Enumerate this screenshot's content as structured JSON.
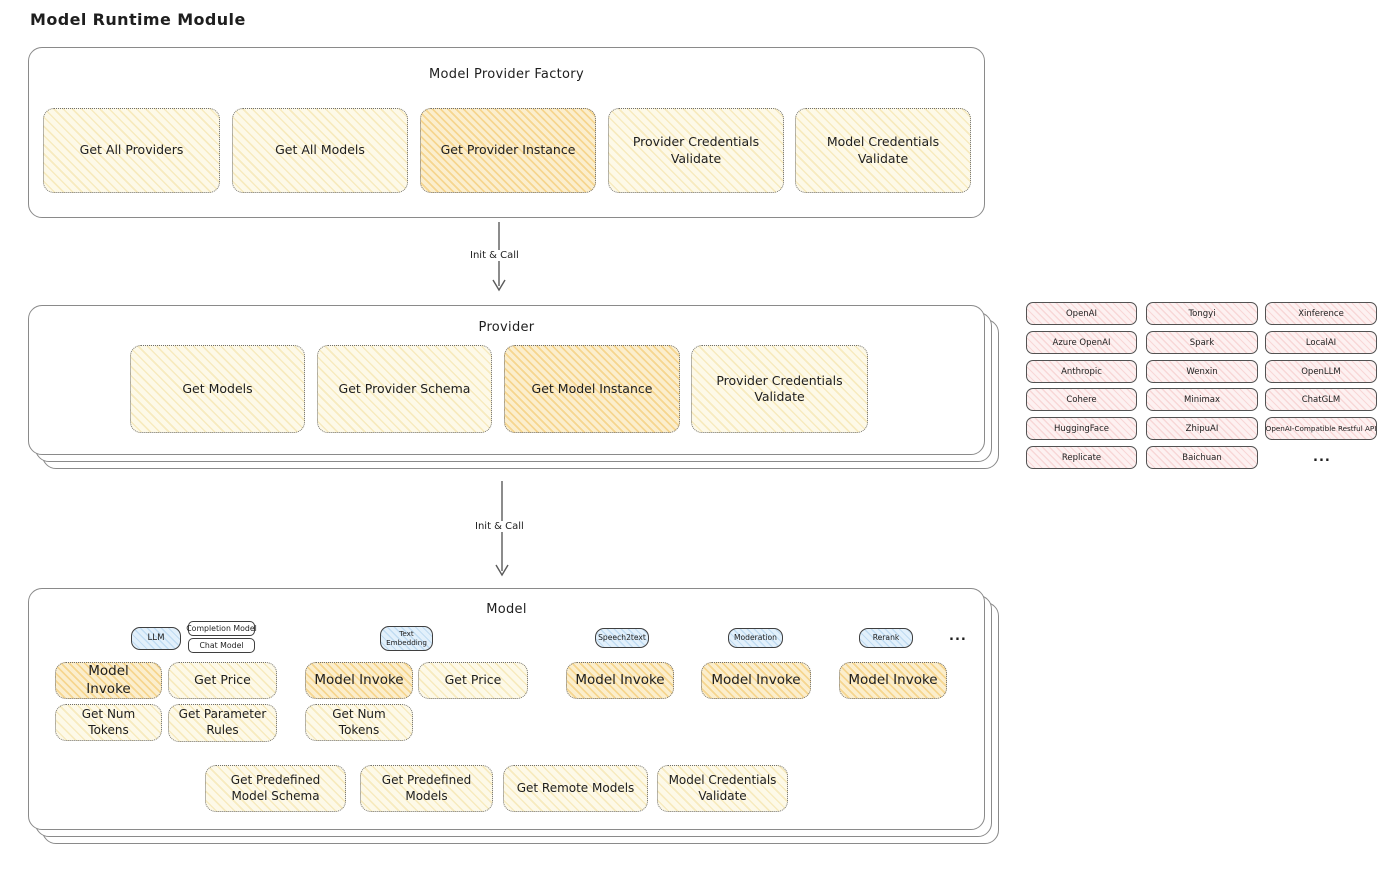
{
  "diagram_title": "Model Runtime Module",
  "colors": {
    "yellow_fill": "#fdf9e8",
    "orange_fill": "#fbeecd",
    "pink_fill": "#fdf1f1",
    "blue_fill": "#e2f0fb",
    "panel_border": "#8a8a8a",
    "text": "#1e1e1e"
  },
  "factory": {
    "title": "Model Provider Factory",
    "items": [
      {
        "label": "Get All Providers"
      },
      {
        "label": "Get All Models"
      },
      {
        "label": "Get Provider Instance"
      },
      {
        "label": "Provider Credentials Validate"
      },
      {
        "label": "Model Credentials Validate"
      }
    ]
  },
  "flow": {
    "arrow1_label": "Init & Call",
    "arrow2_label": "Init & Call"
  },
  "provider": {
    "title": "Provider",
    "items": [
      {
        "label": "Get Models"
      },
      {
        "label": "Get Provider Schema"
      },
      {
        "label": "Get Model Instance"
      },
      {
        "label": "Provider Credentials Validate"
      }
    ]
  },
  "vendors": {
    "col1": [
      "OpenAI",
      "Azure OpenAI",
      "Anthropic",
      "Cohere",
      "HuggingFace",
      "Replicate"
    ],
    "col2": [
      "Tongyi",
      "Spark",
      "Wenxin",
      "Minimax",
      "ZhipuAI",
      "Baichuan"
    ],
    "col3": [
      "Xinference",
      "LocalAI",
      "OpenLLM",
      "ChatGLM",
      "OpenAI-Compatible Restful API"
    ],
    "more": "..."
  },
  "model": {
    "title": "Model",
    "tags": {
      "llm": "LLM",
      "completion_model": "Completion Model",
      "chat_model": "Chat Model",
      "text_embedding": "Text Embedding",
      "speech2text": "Speech2text",
      "moderation": "Moderation",
      "rerank": "Rerank",
      "more": "..."
    },
    "functions": {
      "model_invoke": "Model Invoke",
      "get_price": "Get Price",
      "get_num_tokens": "Get Num Tokens",
      "get_parameter_rules": "Get Parameter Rules"
    },
    "bottom": [
      {
        "label": "Get Predefined Model Schema"
      },
      {
        "label": "Get Predefined Models"
      },
      {
        "label": "Get Remote Models"
      },
      {
        "label": "Model Credentials Validate"
      }
    ]
  }
}
